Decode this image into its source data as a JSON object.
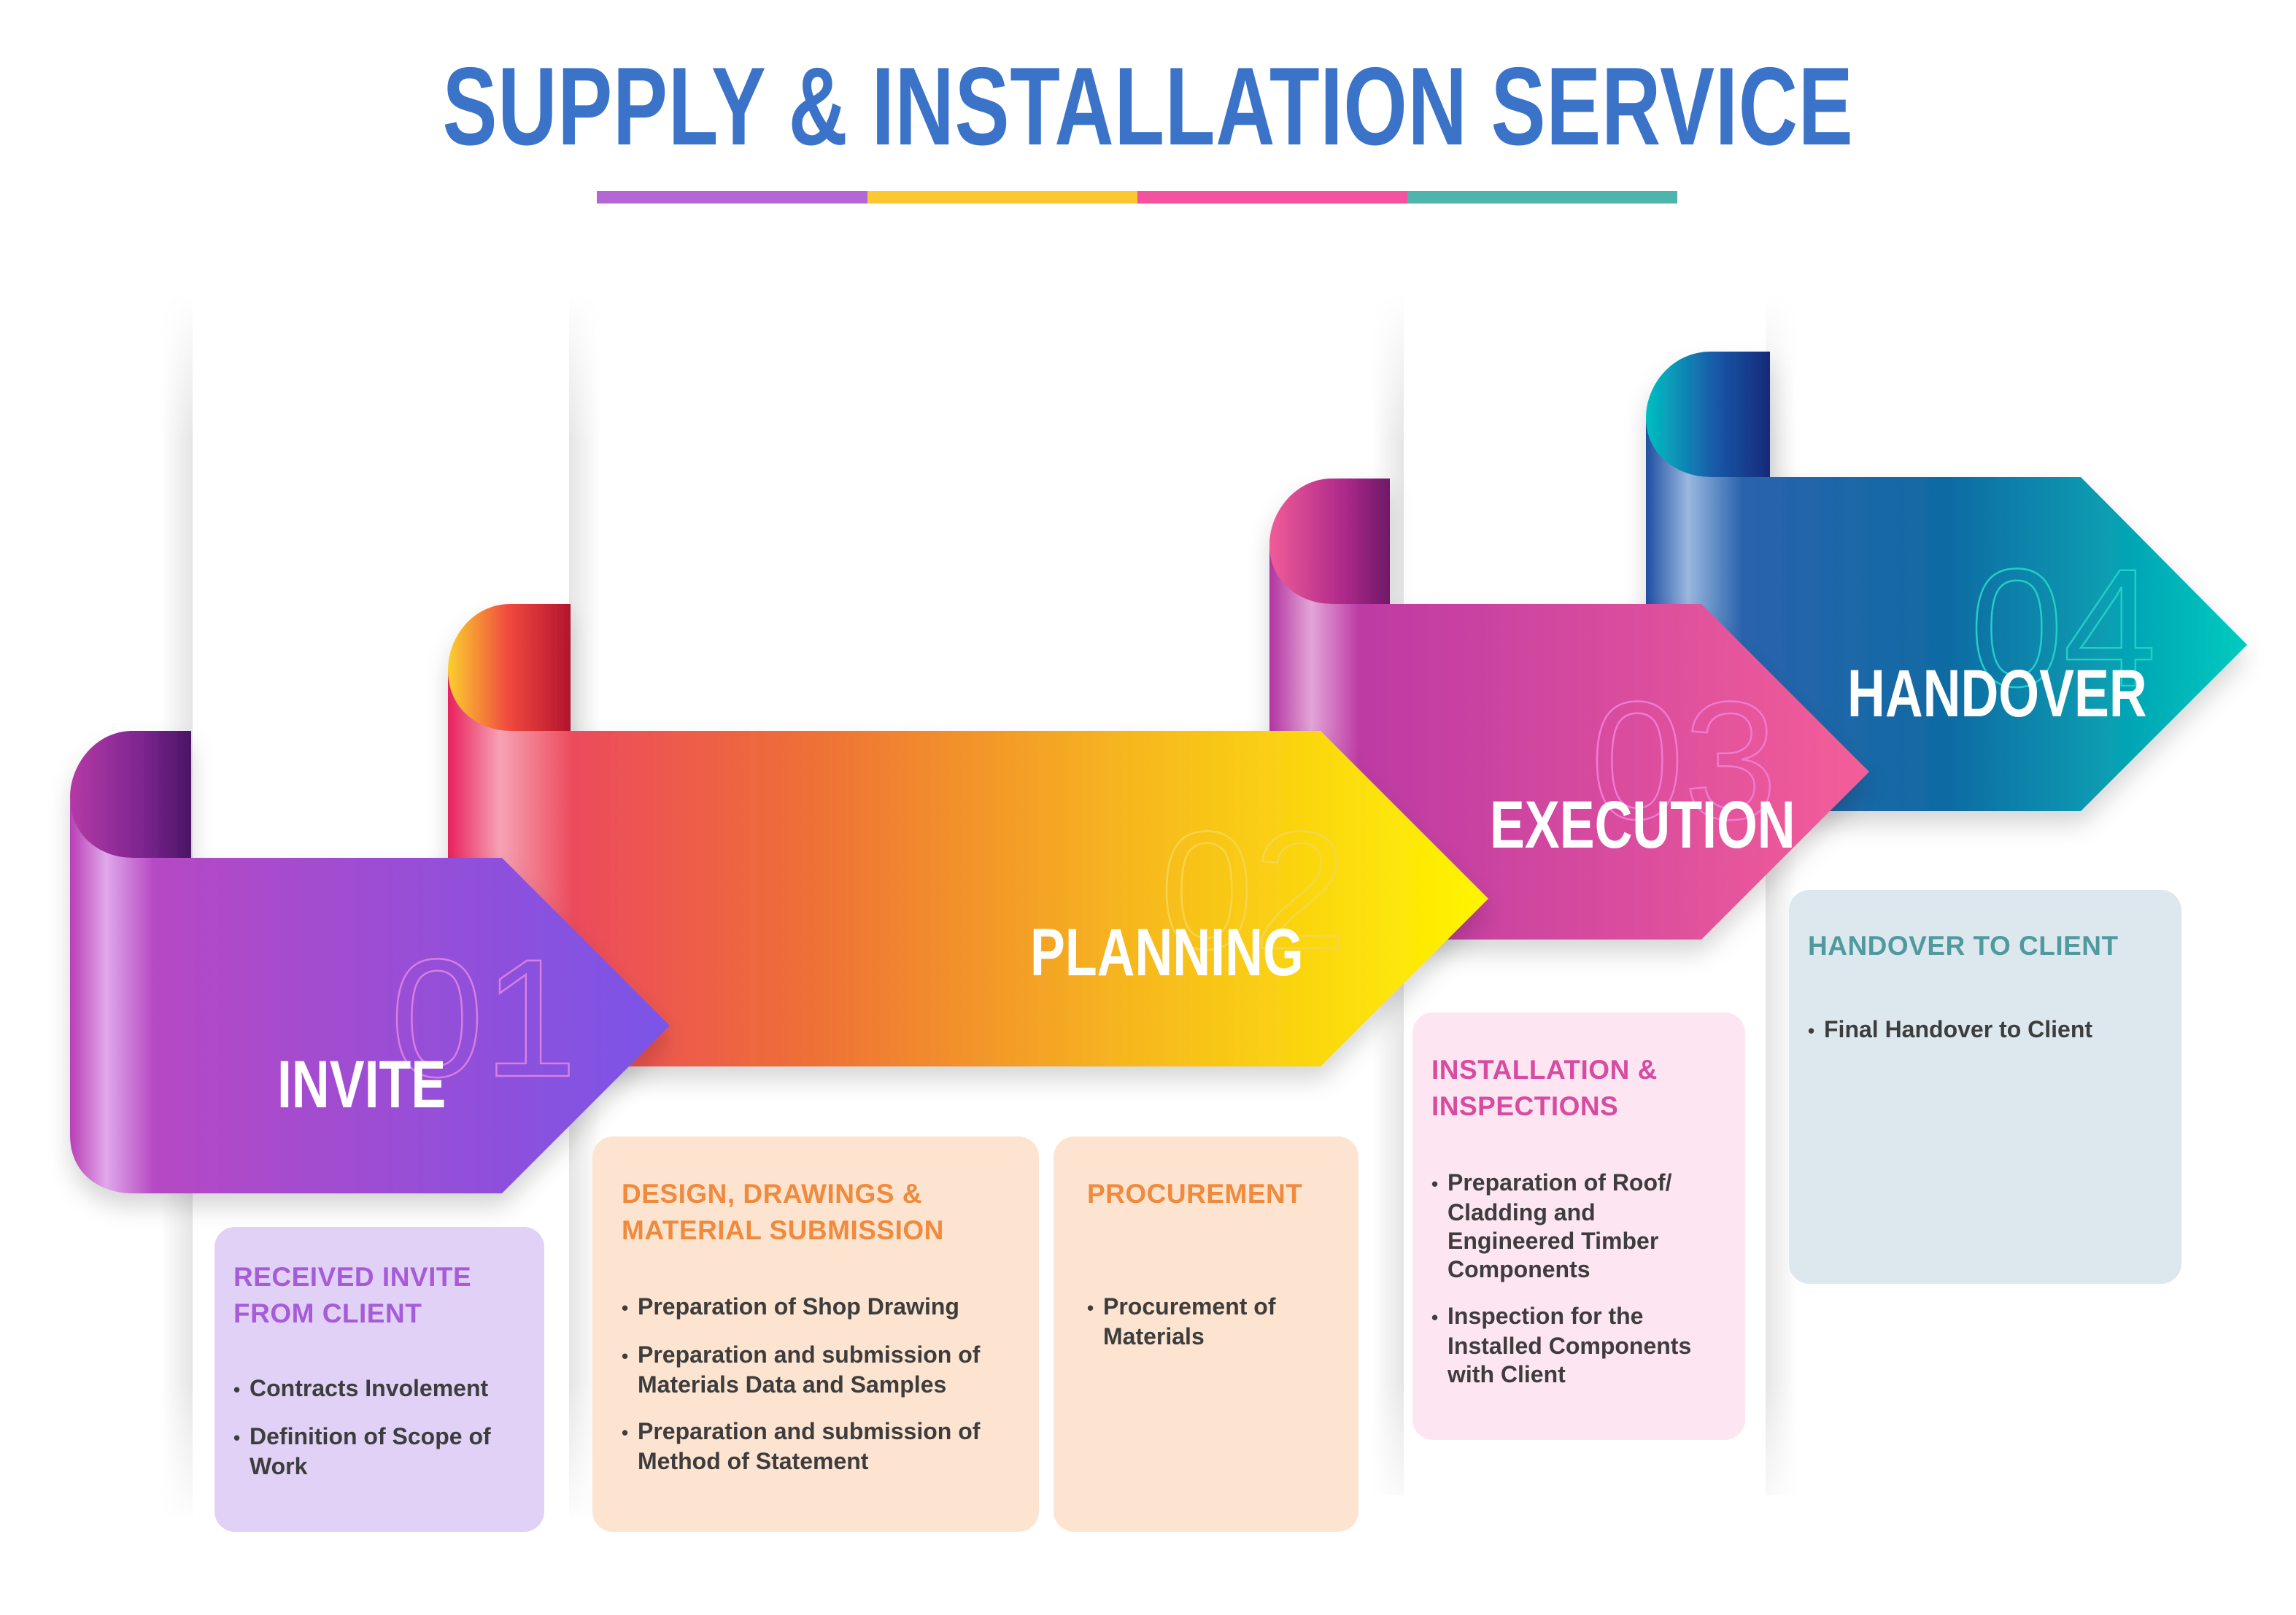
{
  "title": "SUPPLY & INSTALLATION SERVICE",
  "title_bar_colors": [
    "#b466d6",
    "#fbc832",
    "#f551a0",
    "#4fb4ad"
  ],
  "steps": [
    {
      "number": "01",
      "label": "INVITE",
      "colors": [
        "#b73fb1",
        "#7a52e6"
      ]
    },
    {
      "number": "02",
      "label": "PLANNING",
      "colors": [
        "#ea3a5d",
        "#fff200"
      ]
    },
    {
      "number": "03",
      "label": "EXECUTION",
      "colors": [
        "#b735a2",
        "#f0579a"
      ]
    },
    {
      "number": "04",
      "label": "HANDOVER",
      "colors": [
        "#1c4d9e",
        "#00c6bf"
      ]
    }
  ],
  "cards": [
    {
      "title": "RECEIVED INVITE FROM CLIENT",
      "color": "#a65bd8",
      "bg": "#e1d1f6",
      "items": [
        "Contracts Involement",
        "Definition of Scope of Work"
      ]
    },
    {
      "title": "DESIGN, DRAWINGS & MATERIAL SUBMISSION",
      "color": "#f08a3c",
      "bg": "#fde4d1",
      "items": [
        "Preparation of Shop Drawing",
        "Preparation and submission of Materials Data and Samples",
        "Preparation and submission of Method of Statement"
      ]
    },
    {
      "title": "PROCUREMENT",
      "color": "#f08a3c",
      "bg": "#fde4d1",
      "items": [
        "Procurement of Materials"
      ]
    },
    {
      "title": "INSTALLATION & INSPECTIONS",
      "color": "#d74ba0",
      "bg": "#fde5f2",
      "items": [
        "Preparation of Roof/ Cladding and Engineered Timber Components",
        "Inspection for the Installed Components with Client"
      ]
    },
    {
      "title": "HANDOVER TO CLIENT",
      "color": "#4f9a9e",
      "bg": "#dde8ee",
      "items": [
        "Final Handover to Client"
      ]
    }
  ]
}
